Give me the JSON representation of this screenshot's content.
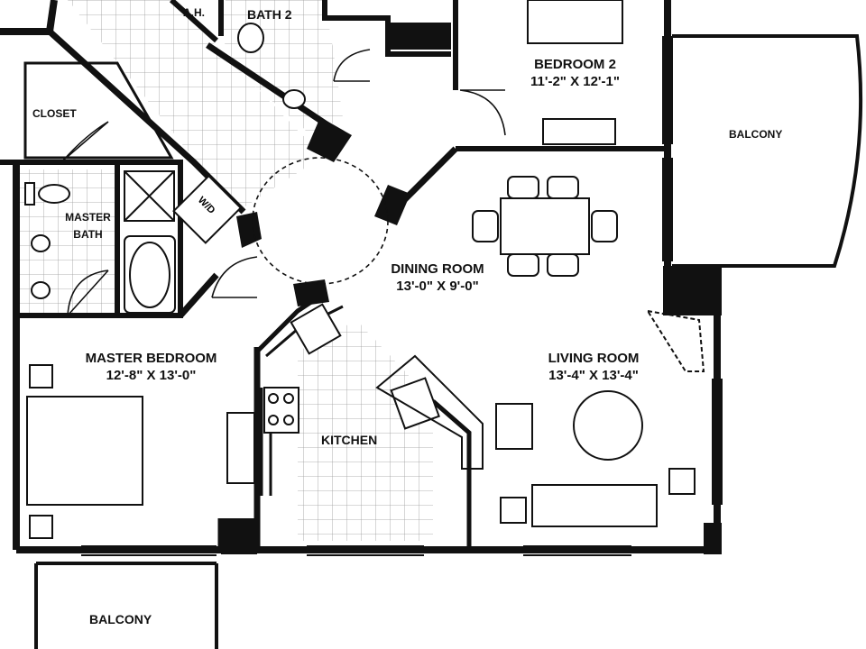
{
  "rooms": {
    "ah": "A.H.",
    "bath2": "BATH 2",
    "bedroom2": {
      "name": "BEDROOM 2",
      "dims": "11'-2\" X 12'-1\""
    },
    "balcony_right": "BALCONY",
    "closet": "CLOSET",
    "master_bath": {
      "line1": "MASTER",
      "line2": "BATH"
    },
    "wd": "W/D",
    "dining": {
      "name": "DINING ROOM",
      "dims": "13'-0\" X 9'-0\""
    },
    "master_bedroom": {
      "name": "MASTER BEDROOM",
      "dims": "12'-8\" X 13'-0\""
    },
    "living": {
      "name": "LIVING ROOM",
      "dims": "13'-4\" X 13'-4\""
    },
    "kitchen": "KITCHEN",
    "balcony_bottom": "BALCONY"
  },
  "colors": {
    "wall": "#111111",
    "background": "#ffffff",
    "tile": "#9a9a9a"
  }
}
